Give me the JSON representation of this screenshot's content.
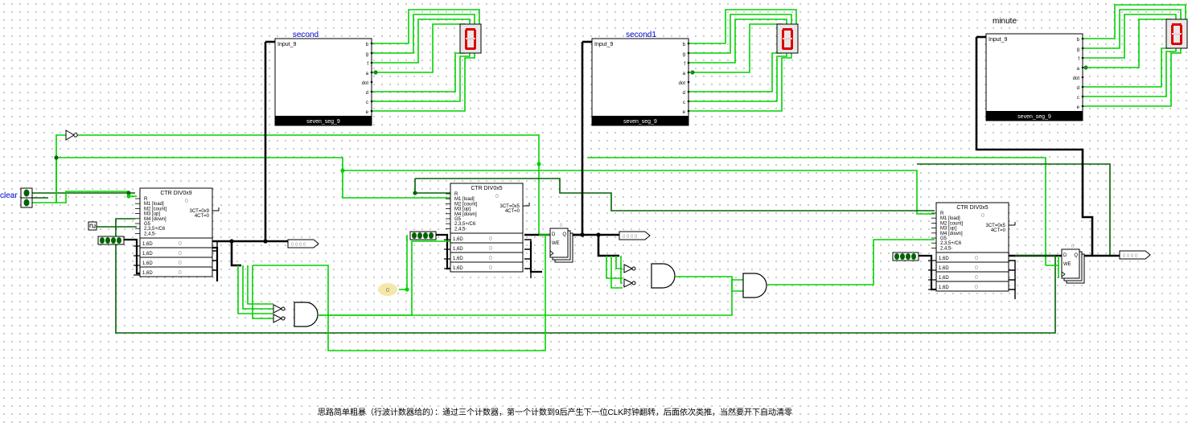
{
  "labels": {
    "second": "second",
    "second1": "second1",
    "minute": "minute",
    "clear": "clear"
  },
  "seven_seg": {
    "input": "Input_9",
    "name": "seven_seg_9",
    "pins": [
      "b",
      "g",
      "f",
      "a",
      "dot",
      "d",
      "c",
      "e"
    ]
  },
  "counters": [
    {
      "title": "CTR DIV0x9",
      "lines": [
        "R",
        "M1 [load]",
        "M2 [count]",
        "M3 [up]",
        "M4 [down]",
        "G5",
        "2,3,5+/C6",
        "2,4,5-"
      ],
      "outs": [
        "3CT=0x9",
        "4CT=0"
      ],
      "data_label": "1,6D",
      "top_value": "0"
    },
    {
      "title": "CTR DIV0x5",
      "lines": [
        "R",
        "M1 [load]",
        "M2 [count]",
        "M3 [up]",
        "M4 [down]",
        "G5",
        "2,3,5+/C6",
        "2,4,5-"
      ],
      "outs": [
        "3CT=0x5",
        "4CT=0"
      ],
      "data_label": "1,6D",
      "top_value": "0"
    },
    {
      "title": "CTR DIV0x5",
      "lines": [
        "R",
        "M1 [load]",
        "M2 [count]",
        "M3 [up]",
        "M4 [down]",
        "G5",
        "2,3,5+/C6",
        "2,4,5-"
      ],
      "outs": [
        "3CT=0x5",
        "4CT=0"
      ],
      "data_label": "1,6D",
      "top_value": "0"
    }
  ],
  "flipflop": {
    "d": "D",
    "q": "Q",
    "we": "WE"
  },
  "input_values": [
    "0",
    "0",
    "0",
    "0"
  ],
  "probe_value": "0",
  "clock_symbol": "⎍",
  "caption": "思路简单粗暴（行波计数器给的）：通过三个计数器，第一个计数到9后产生下一位CLK时钟翻转，后面依次类推，当然要开下自动清零",
  "colors": {
    "wire_on": "#00d200",
    "wire_off": "#006400",
    "bus": "#000000",
    "seg_on": "#dd0000",
    "seg_off": "#f0d0d0",
    "label_blue": "#0000cc"
  }
}
